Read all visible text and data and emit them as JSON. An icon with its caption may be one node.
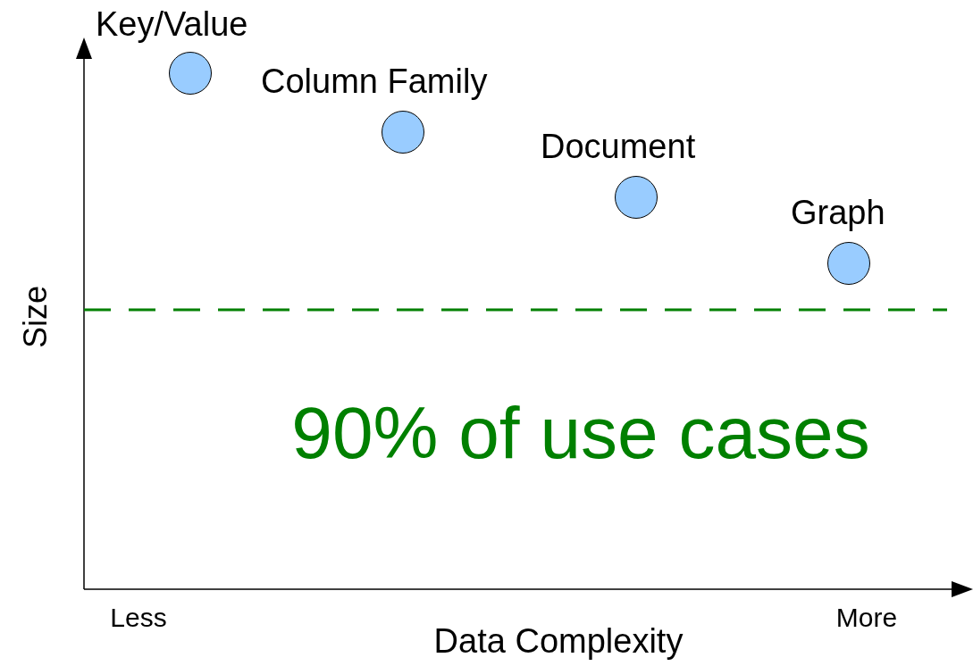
{
  "diagram": {
    "nodes": [
      {
        "text": [],
        "shape": "circle",
        "beside": [
          "Key/Value"
        ]
      },
      {
        "text": [],
        "shape": "circle",
        "beside": [
          "Column Family"
        ]
      },
      {
        "text": [],
        "shape": "circle",
        "beside": [
          "Document"
        ]
      },
      {
        "text": [],
        "shape": "circle",
        "beside": [
          "Graph"
        ]
      }
    ],
    "labels": [
      "Size",
      "90% of use cases",
      "Less",
      "More",
      "Data Complexity"
    ]
  }
}
